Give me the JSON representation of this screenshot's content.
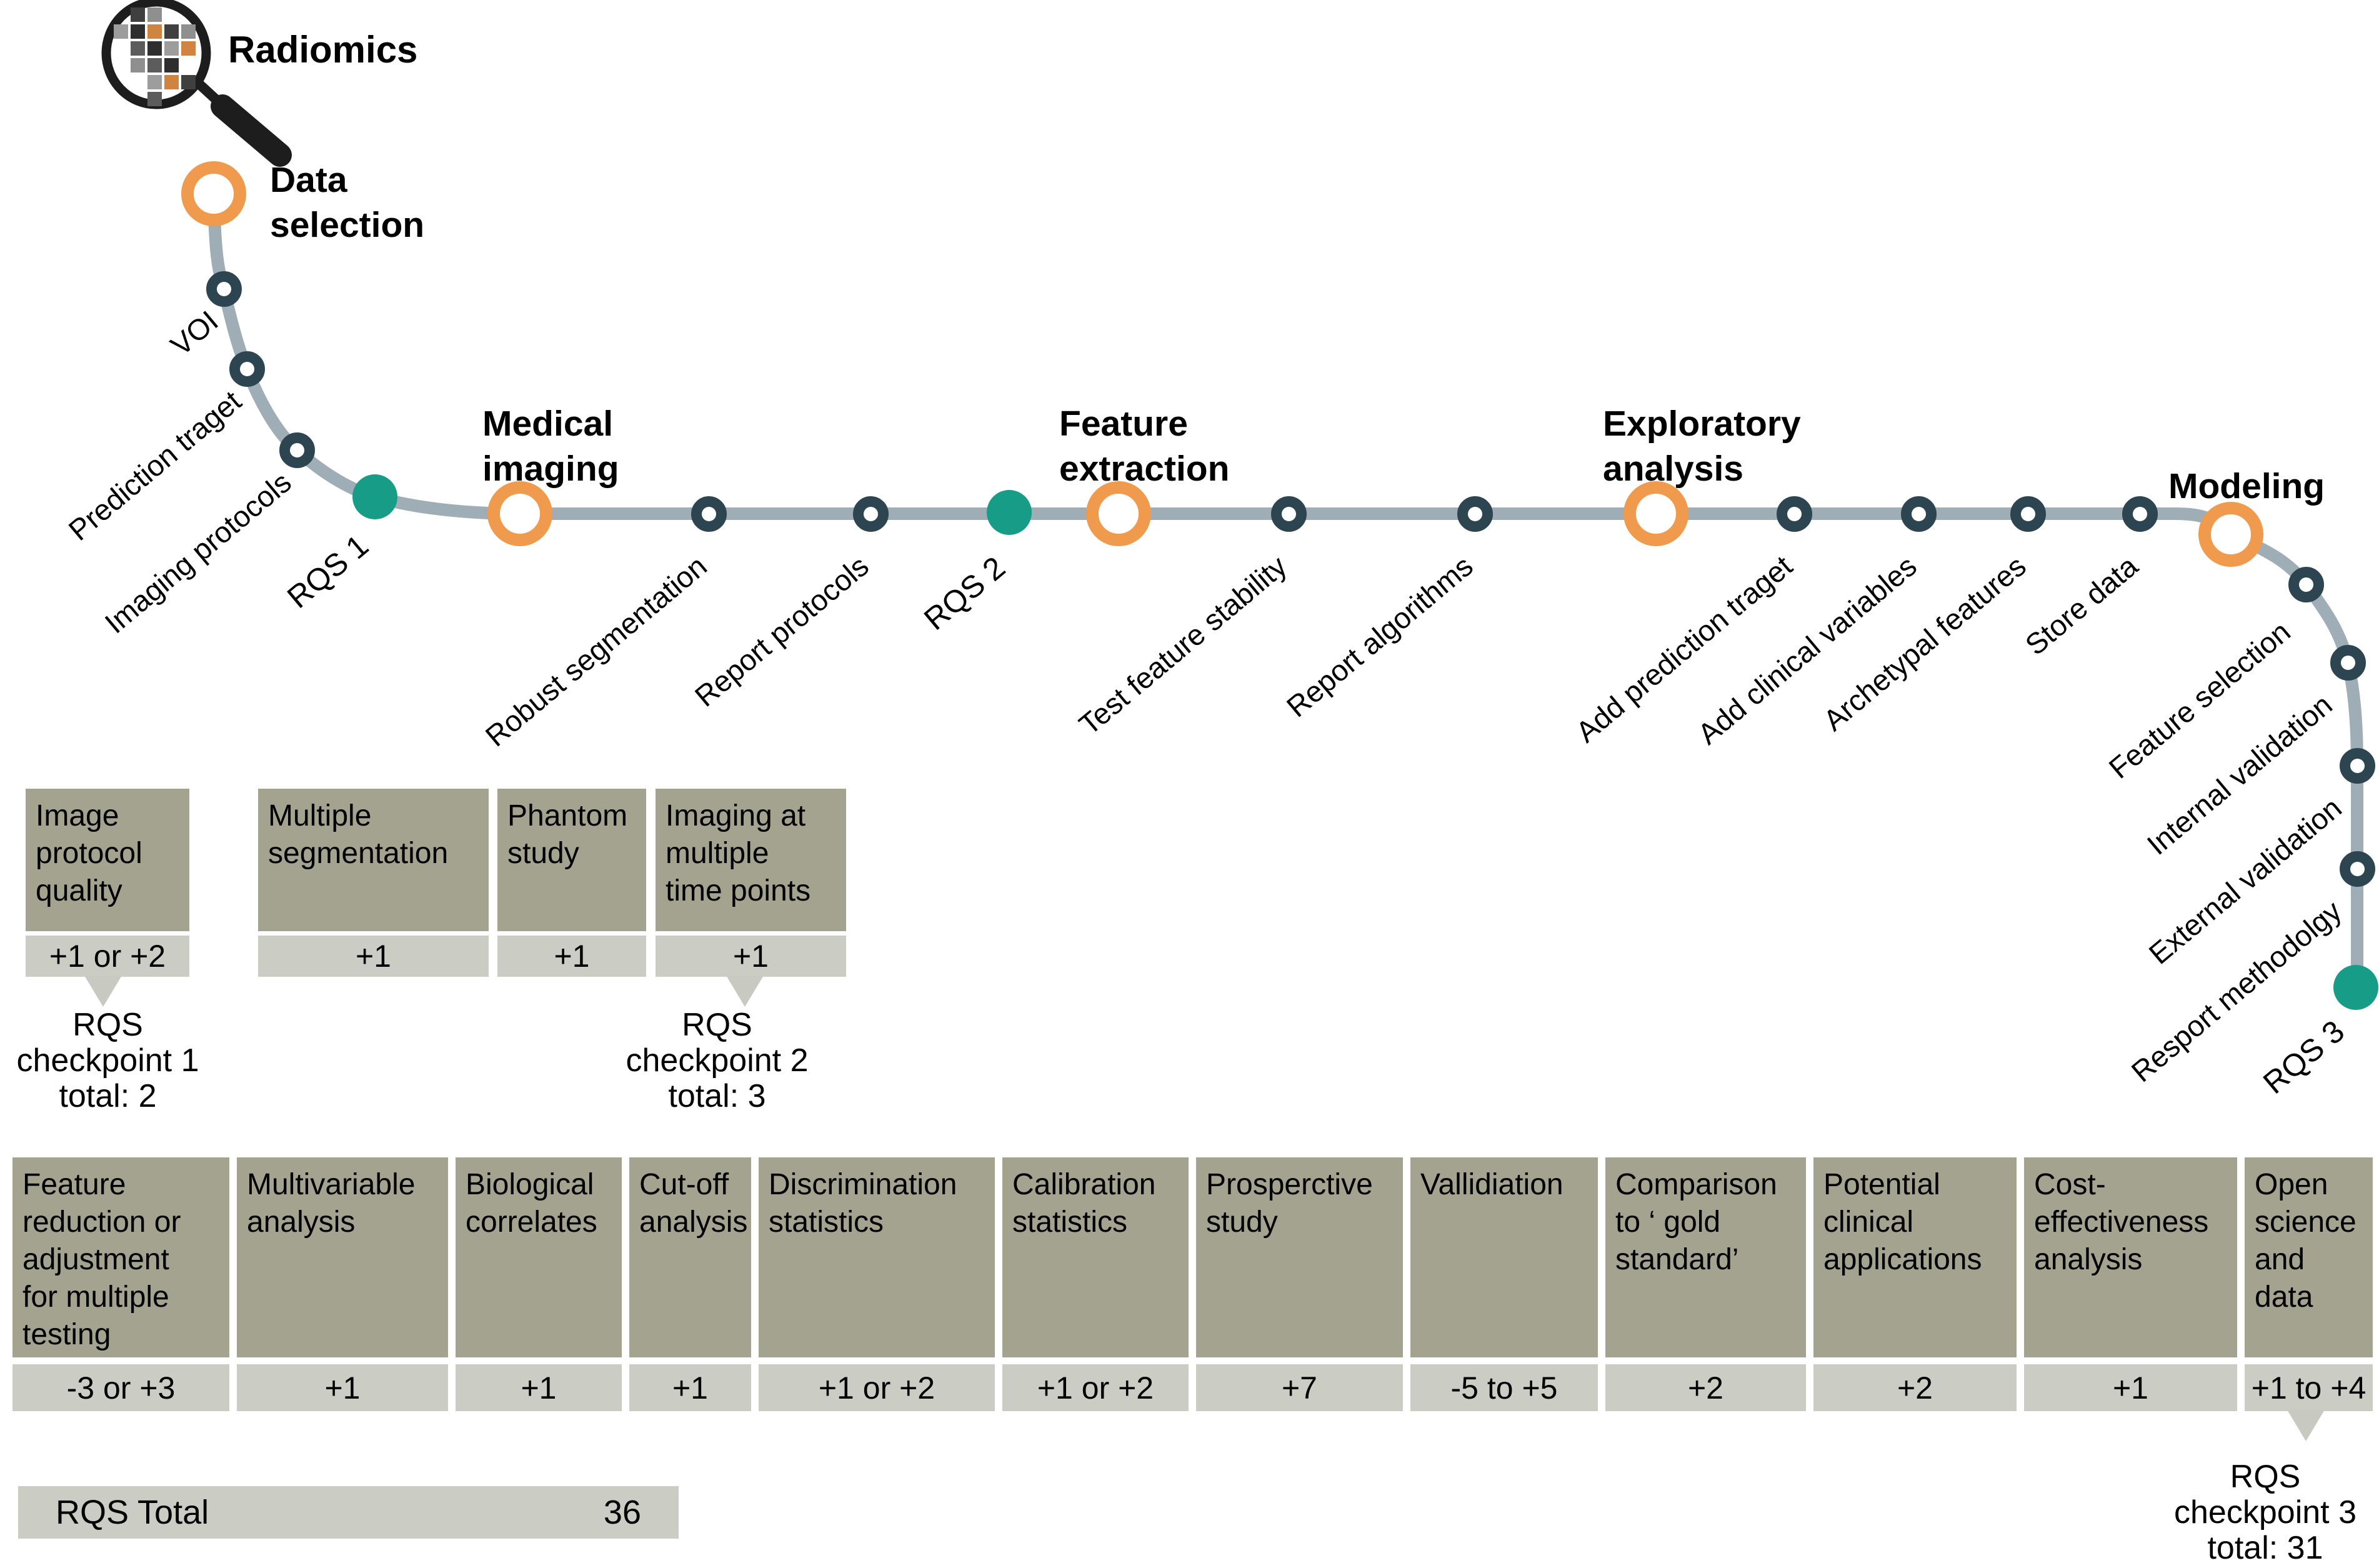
{
  "header": {
    "logo_label": "Radiomics"
  },
  "colors": {
    "orange": "#ef9a4c",
    "teal": "#169c87",
    "path": "#9fadb7",
    "node": "#2d4550",
    "box_dark": "#a3a390",
    "box_light": "#cbccc3"
  },
  "radiomics_icon": {
    "pattern": [
      [
        "",
        "#3f3f3f",
        "#8f8f8f",
        "",
        ""
      ],
      [
        "#9d9d9d",
        "#2e2e2e",
        "#cf8440",
        "#3f3f3f",
        "#8f8f8f"
      ],
      [
        "",
        "#5c5c5c",
        "#2e2e2e",
        "#9d9d9d",
        "#cf8440"
      ],
      [
        "",
        "#8f8f8f",
        "#5c5c5c",
        "#2e2e2e",
        ""
      ],
      [
        "",
        "",
        "#9d9d9d",
        "#cf8440",
        "#3f3f3f"
      ],
      [
        "",
        "",
        "#5c5c5c",
        "",
        ""
      ]
    ]
  },
  "timeline": {
    "major_stops": [
      {
        "id": "data-selection",
        "label_lines": [
          "Data",
          "selection"
        ]
      },
      {
        "id": "medical-imaging",
        "label_lines": [
          "Medical",
          "imaging"
        ]
      },
      {
        "id": "feature-extraction",
        "label_lines": [
          "Feature",
          "extraction"
        ]
      },
      {
        "id": "exploratory-analysis",
        "label_lines": [
          "Exploratory",
          "analysis"
        ]
      },
      {
        "id": "modeling",
        "label_lines": [
          "Modeling"
        ]
      }
    ],
    "minor_stops": [
      {
        "id": "voi",
        "label": "VOI"
      },
      {
        "id": "prediction-traget",
        "label": "Prediction traget"
      },
      {
        "id": "imaging-protocols",
        "label": "Imaging protocols"
      },
      {
        "id": "robust-segmentation",
        "label": "Robust segmentation"
      },
      {
        "id": "report-protocols",
        "label": "Report protocols"
      },
      {
        "id": "test-feature-stability",
        "label": "Test feature stability"
      },
      {
        "id": "report-algorithms",
        "label": "Report algorithms"
      },
      {
        "id": "add-prediction-traget",
        "label": "Add prediction traget"
      },
      {
        "id": "add-clinical-variables",
        "label": "Add clinical variables"
      },
      {
        "id": "archetypal-features",
        "label": "Archetypal features"
      },
      {
        "id": "store-data",
        "label": "Store data"
      },
      {
        "id": "feature-selection",
        "label": "Feature selection"
      },
      {
        "id": "internal-validation",
        "label": "Internal validation"
      },
      {
        "id": "external-validation",
        "label": "External validation"
      },
      {
        "id": "resport-methodolgy",
        "label": "Resport methodolgy"
      }
    ],
    "rqs_stops": [
      {
        "id": "rqs-1",
        "label": "RQS 1"
      },
      {
        "id": "rqs-2",
        "label": "RQS 2"
      },
      {
        "id": "rqs-3",
        "label": "RQS 3"
      }
    ]
  },
  "score_tables": {
    "checkpoint1": {
      "columns": [
        {
          "title_lines": [
            "Image",
            "protocol",
            "quality"
          ],
          "score": "+1 or +2"
        }
      ],
      "note_lines": [
        "RQS",
        "checkpoint 1",
        "total: 2"
      ]
    },
    "checkpoint2": {
      "columns": [
        {
          "title_lines": [
            "Multiple",
            "segmentation"
          ],
          "score": "+1"
        },
        {
          "title_lines": [
            "Phantom",
            "study"
          ],
          "score": "+1"
        },
        {
          "title_lines": [
            "Imaging at",
            "multiple",
            "time points"
          ],
          "score": "+1"
        }
      ],
      "note_lines": [
        "RQS",
        "checkpoint 2",
        "total: 3"
      ]
    },
    "checkpoint3": {
      "columns": [
        {
          "title_lines": [
            "Feature",
            "reduction or",
            "adjustment",
            "for multiple",
            "testing"
          ],
          "score": "-3 or +3"
        },
        {
          "title_lines": [
            "Multivariable",
            "analysis"
          ],
          "score": "+1"
        },
        {
          "title_lines": [
            "Biological",
            "correlates"
          ],
          "score": "+1"
        },
        {
          "title_lines": [
            "Cut-off",
            "analysis"
          ],
          "score": "+1"
        },
        {
          "title_lines": [
            "Discrimination",
            "statistics"
          ],
          "score": "+1 or +2"
        },
        {
          "title_lines": [
            "Calibration",
            "statistics"
          ],
          "score": "+1 or +2"
        },
        {
          "title_lines": [
            "Prosperctive",
            "study"
          ],
          "score": "+7"
        },
        {
          "title_lines": [
            "Vallidiation"
          ],
          "score": "-5 to +5"
        },
        {
          "title_lines": [
            "Comparison",
            "to ‘ gold",
            "standard’"
          ],
          "score": "+2"
        },
        {
          "title_lines": [
            "Potential",
            "clinical",
            "applications"
          ],
          "score": "+2"
        },
        {
          "title_lines": [
            "Cost-",
            "effectiveness",
            "analysis"
          ],
          "score": "+1"
        },
        {
          "title_lines": [
            "Open",
            "science",
            "and data"
          ],
          "score": "+1 to +4"
        }
      ],
      "note_lines": [
        "RQS",
        "checkpoint 3",
        "total: 31"
      ]
    },
    "total": {
      "label": "RQS Total",
      "value": "36"
    }
  }
}
